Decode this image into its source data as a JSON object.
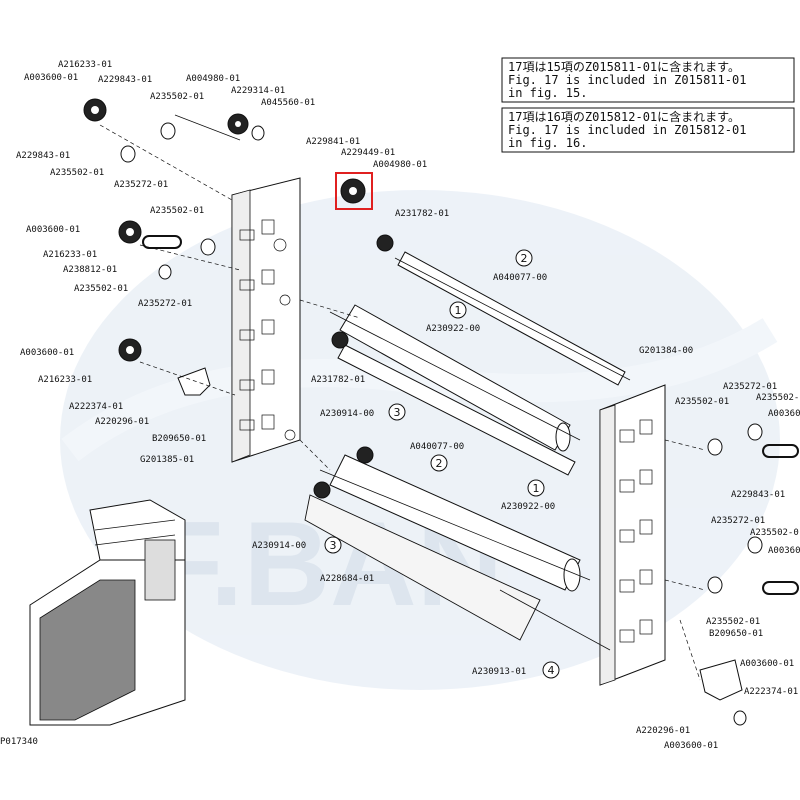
{
  "watermark": {
    "text": "F.BAN"
  },
  "notes": [
    {
      "lines": [
        "17項は15項のZ015811-01に含まれます。",
        "Fig. 17 is included in Z015811-01",
        "in fig. 15."
      ]
    },
    {
      "lines": [
        "17項は16項のZ015812-01に含まれます。",
        "Fig. 17 is included in Z015812-01",
        "in fig. 16."
      ]
    }
  ],
  "figure_id": "P017340",
  "highlight": {
    "part": "A229449-01",
    "color": "#e02020"
  },
  "callouts": [
    "1",
    "2",
    "3",
    "4"
  ],
  "labels": [
    "A216233-01",
    "A003600-01",
    "A229843-01",
    "A235502-01",
    "A004980-01",
    "A229314-01",
    "A045560-01",
    "A229843-01",
    "A235502-01",
    "A235272-01",
    "A229841-01",
    "A229449-01",
    "A004980-01",
    "A231782-01",
    "A003600-01",
    "A235502-01",
    "A216233-01",
    "A238812-01",
    "A235502-01",
    "A235272-01",
    "A040077-00",
    "A230922-00",
    "A231782-01",
    "A003600-01",
    "A216233-01",
    "A222374-01",
    "A220296-01",
    "B209650-01",
    "G201385-01",
    "A230914-00",
    "A040077-00",
    "A230922-00",
    "A230914-00",
    "A228684-01",
    "A230913-01",
    "G201384-00",
    "A235272-01",
    "A235502-",
    "A235502-01",
    "A00360",
    "A229843-01",
    "A235272-01",
    "A235502-0",
    "A00360",
    "A235502-01",
    "B209650-01",
    "A003600-01",
    "A222374-01",
    "A220296-01",
    "A003600-01"
  ],
  "colors": {
    "ink": "#111111",
    "watermark": "#c9d6e6",
    "highlight": "#e02020"
  }
}
